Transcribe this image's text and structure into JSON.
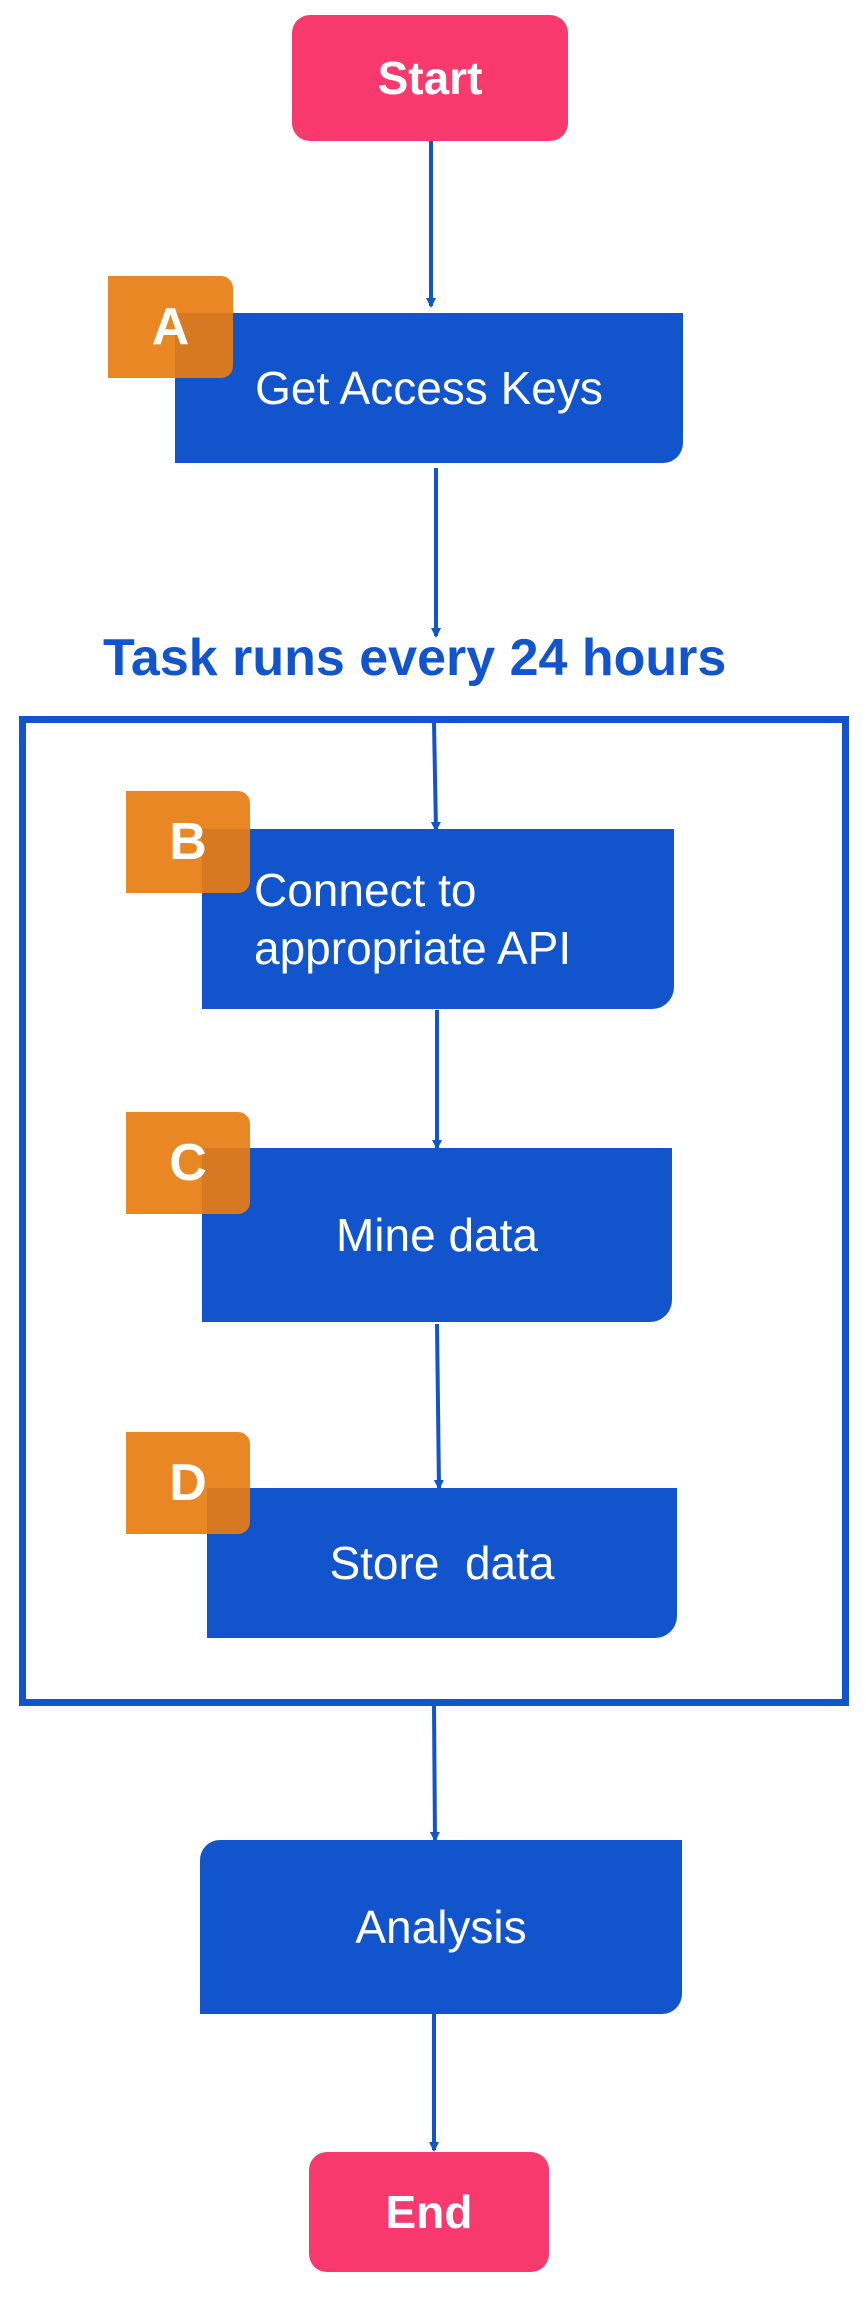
{
  "start": {
    "label": "Start"
  },
  "steps": [
    {
      "badge": "A",
      "lines": [
        "Get Access Keys"
      ]
    },
    {
      "badge": "B",
      "lines": [
        "Connect to",
        "appropriate API"
      ]
    },
    {
      "badge": "C",
      "lines": [
        "Mine data"
      ]
    },
    {
      "badge": "D",
      "lines": [
        "Store  data"
      ]
    }
  ],
  "loop": {
    "title": "Task runs every 24 hours"
  },
  "analysis": {
    "label": "Analysis"
  },
  "end": {
    "label": "End"
  },
  "colors": {
    "terminal": "#F7396D",
    "process": "#1154CC",
    "badge": "#E87D12",
    "frame": "#1154CC"
  }
}
